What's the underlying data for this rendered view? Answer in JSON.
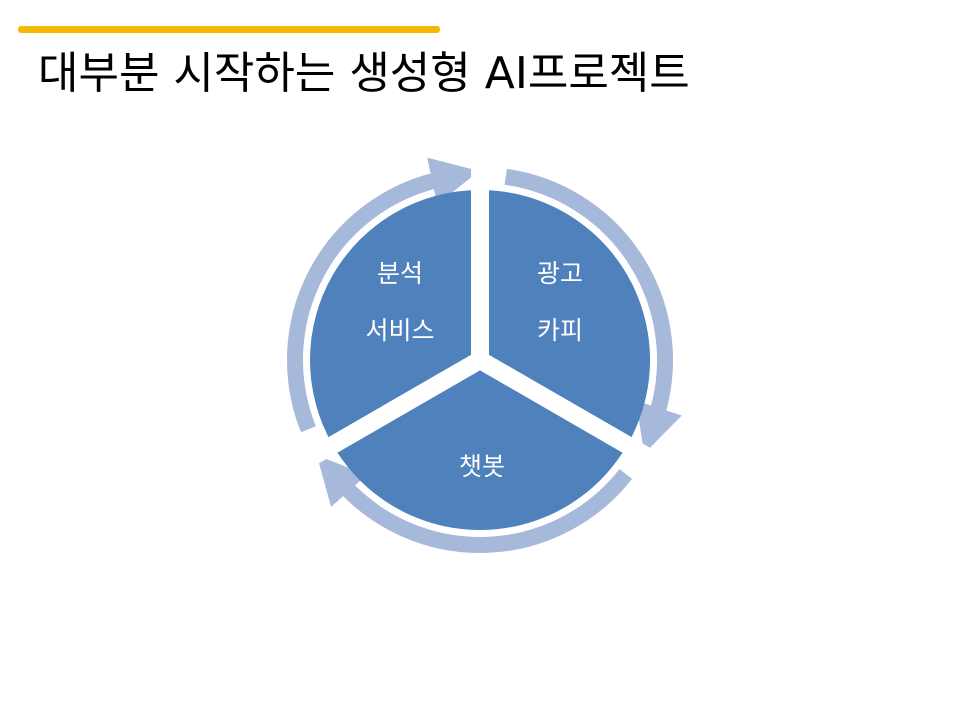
{
  "slide": {
    "title": "대부분 시작하는 생성형 AI프로젝트"
  },
  "colors": {
    "accent": "#f5b800",
    "segment": "#4f81bd",
    "arrow": "#a7b9da",
    "label": "#ffffff"
  },
  "cycle": {
    "segments": [
      {
        "lines": [
          "광고",
          "카피"
        ]
      },
      {
        "lines": [
          "챗봇"
        ]
      },
      {
        "lines": [
          "분석",
          "서비스"
        ]
      }
    ]
  }
}
